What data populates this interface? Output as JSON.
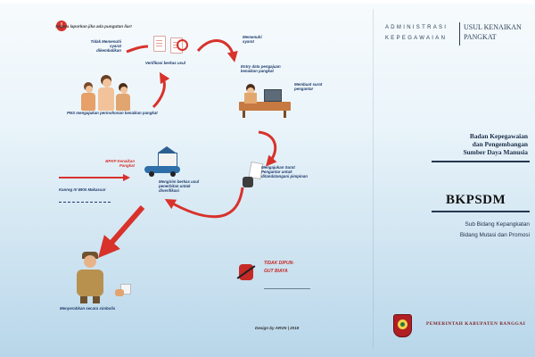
{
  "hint": "Segera laporkan jika ada pungutan liar!",
  "left": {
    "note_missing": "Tidak Memenuhi syarat dikembalikan",
    "verify": "Verifikasi berkas usul",
    "meets": "Memenuhi syarat",
    "entry": "Entry data pengajuan kenaikan pangkat",
    "letter": "Membuat surat pengantar",
    "pns": "PNS mengajukan permohonan kenaikan pangkat",
    "submit": "Mengajukan Surat Pengantar untuk ditandatangani pimpinan",
    "bkn_label": "BPKP Kenaikan Pangkat",
    "bkn_office": "Kanreg IV BKN Makassar",
    "send": "Mengirim berkas usul penerbitan untuk diverifikasi",
    "handover": "Menyerahkan secara simbolis",
    "no_fee_1": "TIDAK DIPUN-",
    "no_fee_2": "GUT BIAYA",
    "design": "Design by ARVN | 2018"
  },
  "right": {
    "header_left": "ADMINISTRASI KEPEGAWAIAN",
    "header_right": "USUL KENAIKAN PANGKAT",
    "org_1": "Badan Kepegawaian",
    "org_2": "dan Pengembangan",
    "org_3": "Sumber Daya Manusia",
    "abbr": "BKPSDM",
    "sub_1": "Sub Bidang Kepangkatan",
    "sub_2": "Bidang Mutasi dan Promosi",
    "footer": "PEMERINTAH KABUPATEN BANGGAI"
  },
  "colors": {
    "accent_red": "#d8322b",
    "navy": "#1f3c6b"
  }
}
